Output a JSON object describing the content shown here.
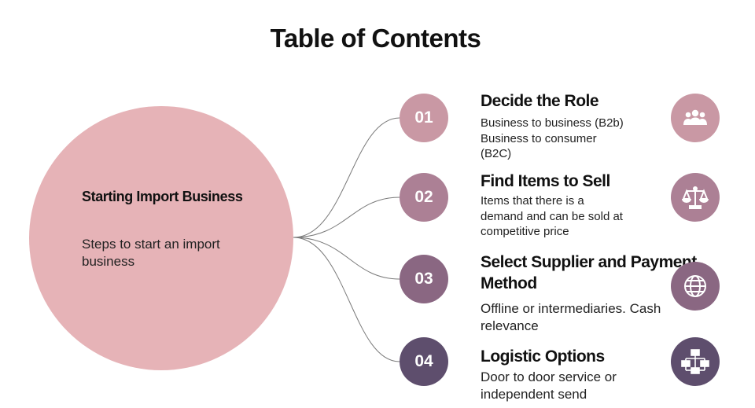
{
  "title": "Table of Contents",
  "center": {
    "title": "Starting Import Business",
    "subtitle": "Steps to start an import business"
  },
  "colors": {
    "center_circle": "#e6b3b7",
    "step1": "#c998a4",
    "step2": "#ac8095",
    "step3": "#8a6782",
    "step4": "#5e4e6d"
  },
  "steps": [
    {
      "number": "01",
      "title": "Decide the Role",
      "desc_lines": [
        "Business to business (B2b)",
        "Business to consumer",
        "(B2C)"
      ],
      "icon": "people-group-icon"
    },
    {
      "number": "02",
      "title": "Find Items to Sell",
      "desc_lines": [
        "Items that there is a",
        "demand and can be sold at",
        "competitive price"
      ],
      "icon": "balance-scale-icon"
    },
    {
      "number": "03",
      "title_lines": [
        "Select Supplier and Payment",
        "Method"
      ],
      "desc_lines": [
        "Offline or intermediaries. Cash",
        "relevance"
      ],
      "icon": "globe-icon"
    },
    {
      "number": "04",
      "title": "Logistic Options",
      "desc_lines": [
        "Door to door service or",
        "independent send"
      ],
      "icon": "network-hierarchy-icon"
    }
  ]
}
